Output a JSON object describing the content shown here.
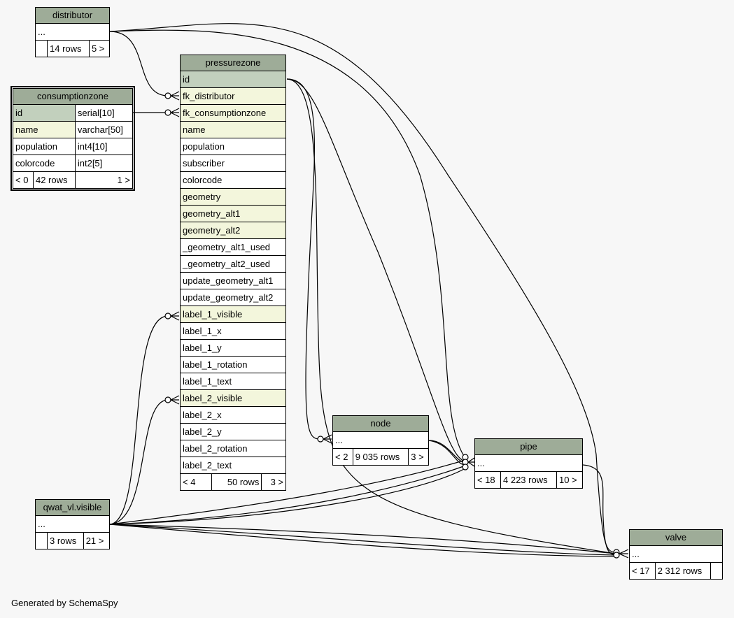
{
  "footer": "Generated by SchemaSpy",
  "tables": {
    "distributor": {
      "name": "distributor",
      "ellipsis": "...",
      "rows": "14 rows",
      "children": "5 >"
    },
    "consumptionzone": {
      "name": "consumptionzone",
      "columns": [
        {
          "name": "id",
          "type": "serial[10]"
        },
        {
          "name": "name",
          "type": "varchar[50]"
        },
        {
          "name": "population",
          "type": "int4[10]"
        },
        {
          "name": "colorcode",
          "type": "int2[5]"
        }
      ],
      "parents": "< 0",
      "rows": "42 rows",
      "children": "1 >"
    },
    "pressurezone": {
      "name": "pressurezone",
      "columns": [
        "id",
        "fk_distributor",
        "fk_consumptionzone",
        "name",
        "population",
        "subscriber",
        "colorcode",
        "geometry",
        "geometry_alt1",
        "geometry_alt2",
        "_geometry_alt1_used",
        "_geometry_alt2_used",
        "update_geometry_alt1",
        "update_geometry_alt2",
        "label_1_visible",
        "label_1_x",
        "label_1_y",
        "label_1_rotation",
        "label_1_text",
        "label_2_visible",
        "label_2_x",
        "label_2_y",
        "label_2_rotation",
        "label_2_text"
      ],
      "parents": "< 4",
      "rows": "50 rows",
      "children": "3 >"
    },
    "node": {
      "name": "node",
      "ellipsis": "...",
      "parents": "< 2",
      "rows": "9 035 rows",
      "children": "3 >"
    },
    "pipe": {
      "name": "pipe",
      "ellipsis": "...",
      "parents": "< 18",
      "rows": "4 223 rows",
      "children": "10 >"
    },
    "qwat_vl_visible": {
      "name": "qwat_vl.visible",
      "ellipsis": "...",
      "rows": "3 rows",
      "children": "21 >"
    },
    "valve": {
      "name": "valve",
      "ellipsis": "...",
      "parents": "< 17",
      "rows": "2 312 rows"
    }
  }
}
